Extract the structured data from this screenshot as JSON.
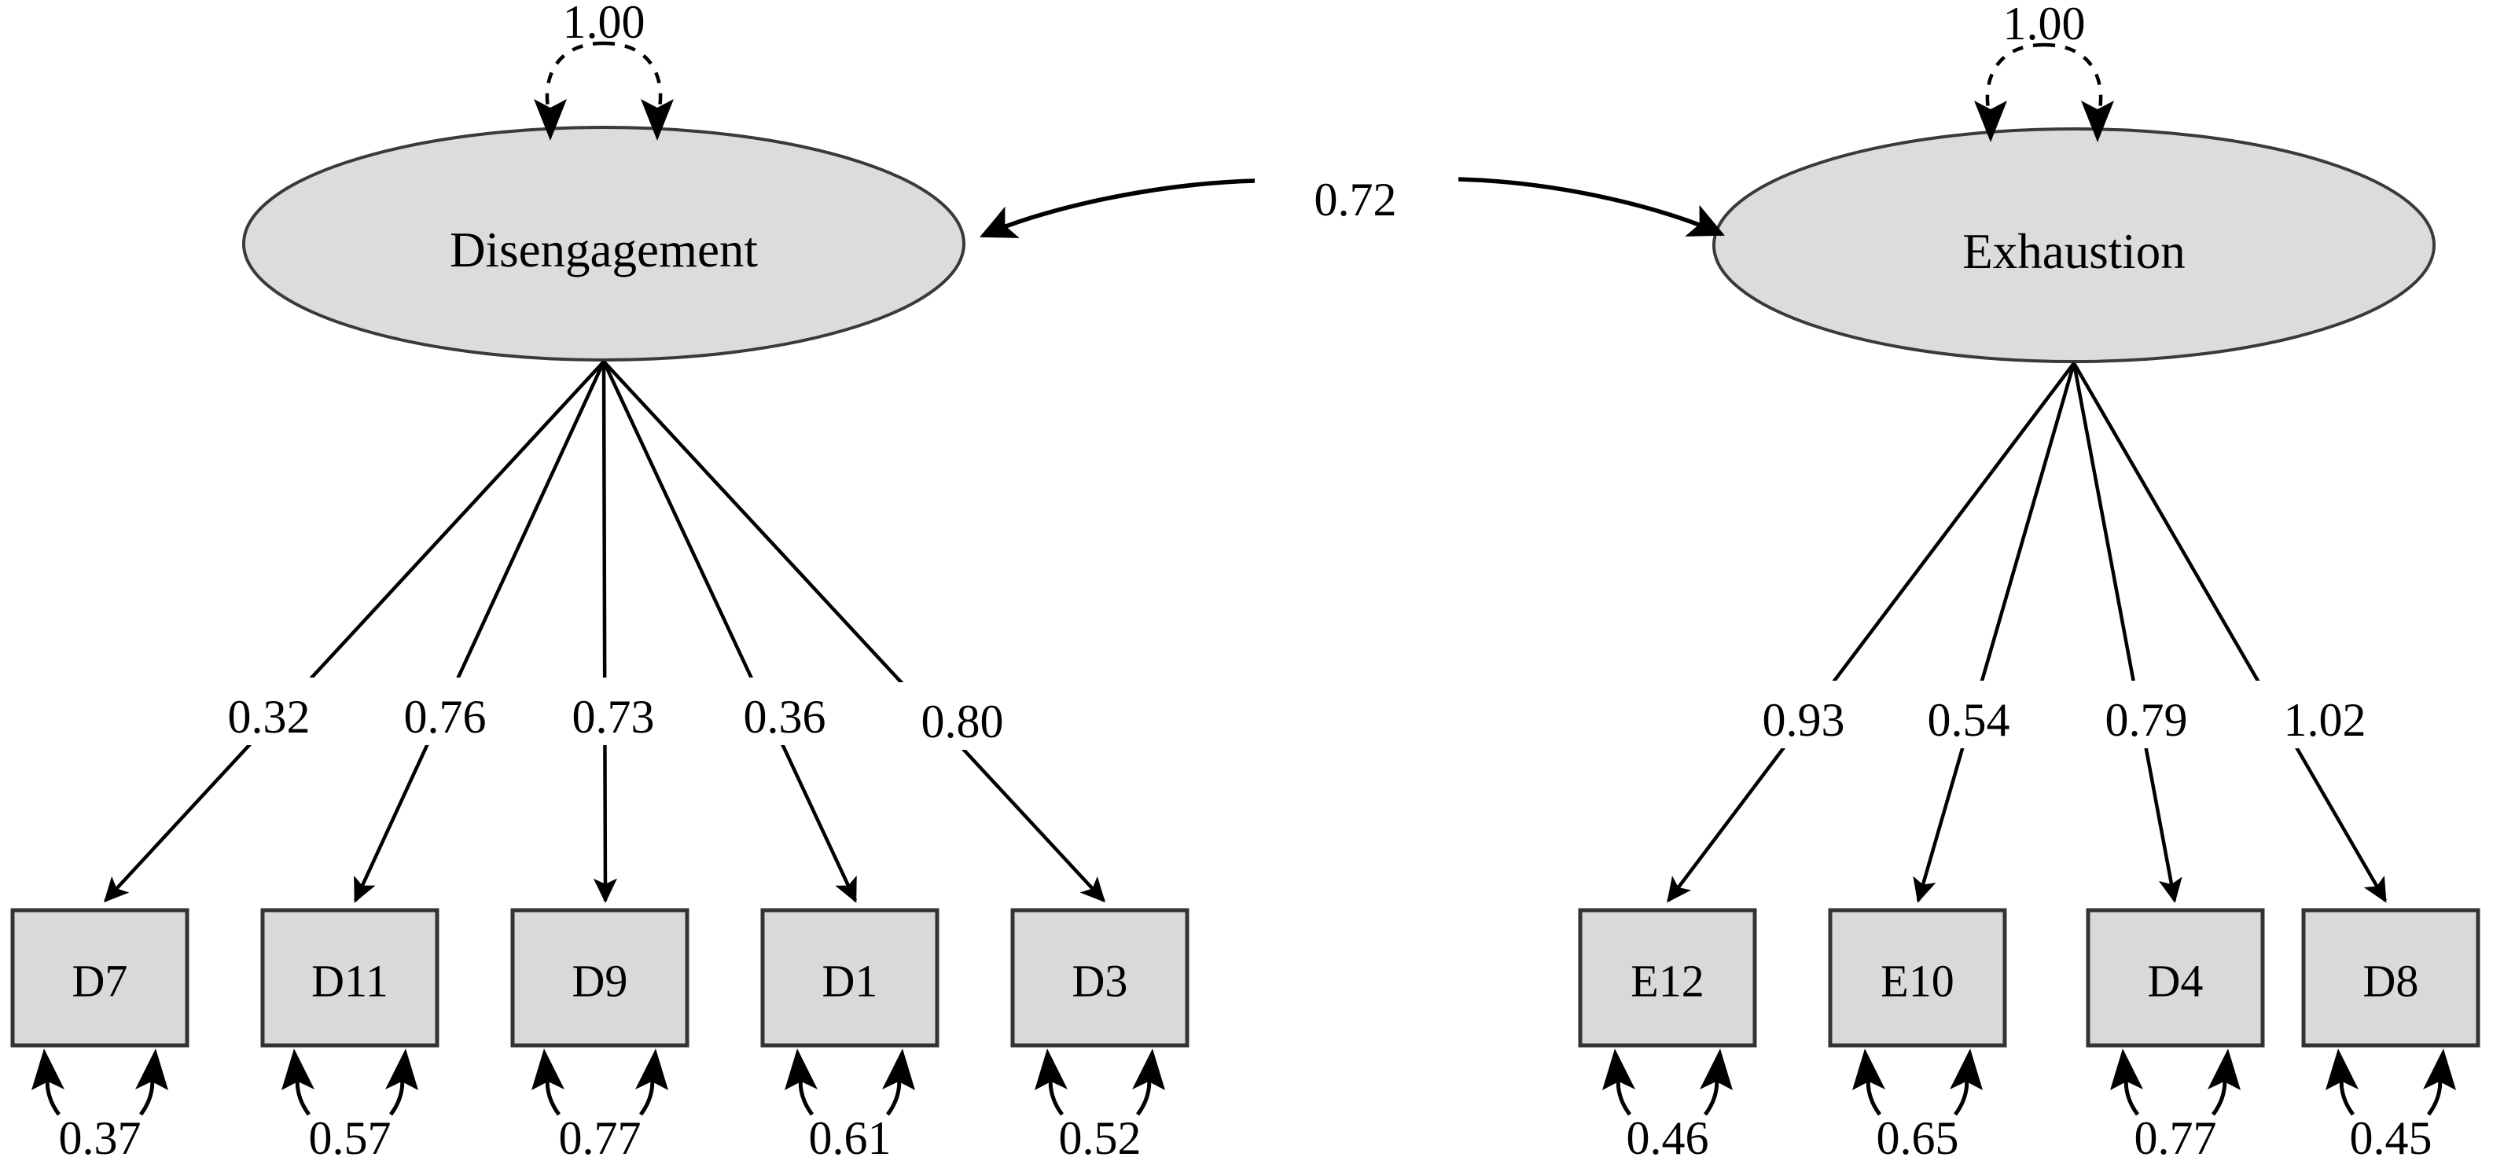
{
  "figure": {
    "type": "sem-path-diagram",
    "background_color": "#ffffff",
    "node_fill": "#d9d9d9",
    "stroke_color": "#000000"
  },
  "latent_factors": [
    {
      "id": "disengagement",
      "label": "Disengagement",
      "variance_label": "1.00",
      "shape": "ellipse"
    },
    {
      "id": "exhaustion",
      "label": "Exhaustion",
      "variance_label": "1.00",
      "shape": "ellipse"
    }
  ],
  "factor_covariance": {
    "label": "0.72",
    "from": "Exhaustion",
    "to": "Disengagement",
    "style": "double-headed-curved"
  },
  "indicators": [
    {
      "id": "d7",
      "label": "D7",
      "factor": "Disengagement",
      "loading": "0.32",
      "residual": "0.37"
    },
    {
      "id": "d11",
      "label": "D11",
      "factor": "Disengagement",
      "loading": "0.76",
      "residual": "0.57"
    },
    {
      "id": "d9",
      "label": "D9",
      "factor": "Disengagement",
      "loading": "0.73",
      "residual": "0.77"
    },
    {
      "id": "d1",
      "label": "D1",
      "factor": "Disengagement",
      "loading": "0.36",
      "residual": "0.61"
    },
    {
      "id": "d3",
      "label": "D3",
      "factor": "Disengagement",
      "loading": "0.80",
      "residual": "0.52"
    },
    {
      "id": "e12",
      "label": "E12",
      "factor": "Exhaustion",
      "loading": "0.93",
      "residual": "0.46"
    },
    {
      "id": "e10",
      "label": "E10",
      "factor": "Exhaustion",
      "loading": "0.54",
      "residual": "0.65"
    },
    {
      "id": "d4",
      "label": "D4",
      "factor": "Exhaustion",
      "loading": "0.79",
      "residual": "0.77"
    },
    {
      "id": "d8",
      "label": "D8",
      "factor": "Exhaustion",
      "loading": "1.02",
      "residual": "0.45"
    }
  ],
  "chart_data": {
    "type": "diagram",
    "title": "",
    "model": "Two-factor confirmatory factor analysis (Disengagement, Exhaustion)",
    "latent_variances": {
      "Disengagement": 1.0,
      "Exhaustion": 1.0
    },
    "factor_correlation": 0.72,
    "loadings": {
      "Disengagement": {
        "D7": 0.32,
        "D11": 0.76,
        "D9": 0.73,
        "D1": 0.36,
        "D3": 0.8
      },
      "Exhaustion": {
        "E12": 0.93,
        "E10": 0.54,
        "D4": 0.79,
        "D8": 1.02
      }
    },
    "residual_variances": {
      "D7": 0.37,
      "D11": 0.57,
      "D9": 0.77,
      "D1": 0.61,
      "D3": 0.52,
      "E12": 0.46,
      "E10": 0.65,
      "D4": 0.77,
      "D8": 0.45
    }
  }
}
